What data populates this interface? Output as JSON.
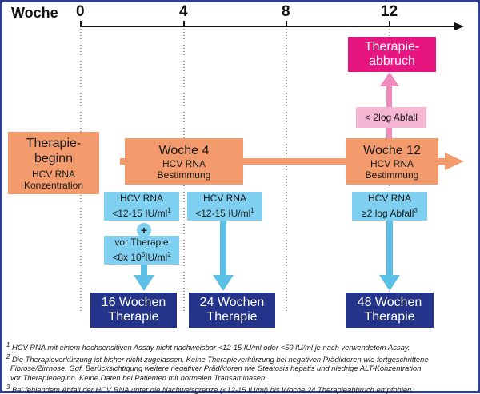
{
  "timeline": {
    "axis_label": "Woche",
    "ticks": [
      "0",
      "4",
      "8",
      "12"
    ]
  },
  "boxes": {
    "therapy_start": {
      "line1": "Therapie-",
      "line2": "beginn",
      "line3": "HCV RNA",
      "line4": "Konzentration"
    },
    "week4": {
      "title": "Woche 4",
      "line1": "HCV RNA",
      "line2": "Bestimmung"
    },
    "week12": {
      "title": "Woche 12",
      "line1": "HCV RNA",
      "line2": "Bestimmung"
    },
    "abbruch": {
      "line1": "Therapie-",
      "line2": "abbruch"
    },
    "log_drop": {
      "text": "< 2log Abfall"
    },
    "rna_a": {
      "line1": "HCV RNA",
      "line2": "<12-15 IU/ml",
      "sup": "1"
    },
    "plus": "+",
    "vor_therapie": {
      "line1": "vor Therapie",
      "line2a": "<8x 10",
      "line2sup": "5",
      "line2b": "IU/ml",
      "line2sup2": "2"
    },
    "rna_b": {
      "line1": "HCV RNA",
      "line2": "<12-15 IU/ml",
      "sup": "1"
    },
    "rna_c": {
      "line1": "HCV RNA",
      "line2": "≥2 log Abfall",
      "sup": "3"
    },
    "w16": {
      "line1": "16 Wochen",
      "line2": "Therapie"
    },
    "w24": {
      "line1": "24 Wochen",
      "line2": "Therapie"
    },
    "w48": {
      "line1": "48 Wochen",
      "line2": "Therapie"
    }
  },
  "footnotes": [
    {
      "sup": "1",
      "text": "HCV RNA mit einem hochsensitiven Assay nicht nachweisbar <12-15 IU/ml oder <50 IU/ml je nach verwendetem Assay."
    },
    {
      "sup": "2",
      "text": "Die Therapieverkürzung ist bisher nicht zugelassen. Keine Therapieverkürzung bei negativen Prädiktoren wie fortgeschrittene"
    },
    {
      "sup": "",
      "text": "Fibrose/Zirrhose. Ggf. Berücksichtigung weitere negativer Prädiktoren wie Steatosis hepatis und niedrige ALT-Konzentration"
    },
    {
      "sup": "",
      "text": "vor Therapiebeginn. Keine Daten bei Patienten mit normalen Transaminasen."
    },
    {
      "sup": "3",
      "text": "Bei fehlendem Abfall der HCV RNA unter die Nachweisgrenze (<12-15 IU/ml) bis Woche 24 Therapieabbruch empfohlen."
    }
  ],
  "colors": {
    "orange": "#f39b6c",
    "blue": "#7fd0f0",
    "navy": "#24348a",
    "magenta": "#e6157f",
    "pink_light": "#f6b7d4",
    "arrow_pink": "#e6157f",
    "frame": "#2f3f8f"
  }
}
